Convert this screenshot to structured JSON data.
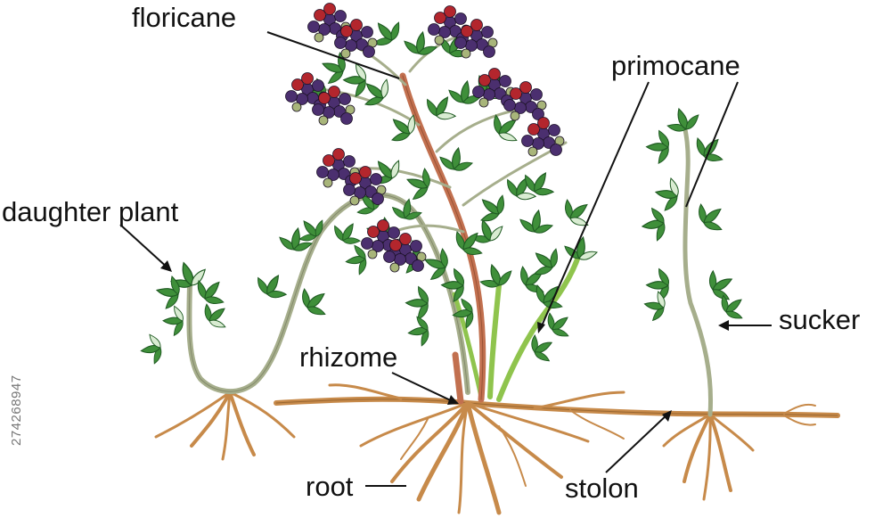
{
  "labels": {
    "floricane": "floricane",
    "primocane": "primocane",
    "daughter_plant": "daughter plant",
    "sucker": "sucker",
    "rhizome": "rhizome",
    "root": "root",
    "stolon": "stolon"
  },
  "watermark_id": "274268947",
  "colors": {
    "leaf": "#3f8f3a",
    "leaf_dark": "#1f5a22",
    "leaf_pale": "#d9ecd2",
    "floricane": "#c2704f",
    "primocane": "#8fc44d",
    "cane_grey": "#a6ae8c",
    "root": "#c78a4a",
    "root_dark": "#7a4e1f",
    "berry_ripe": "#4b2f6f",
    "berry_red": "#b3262d",
    "berry_green": "#a8b57a"
  }
}
